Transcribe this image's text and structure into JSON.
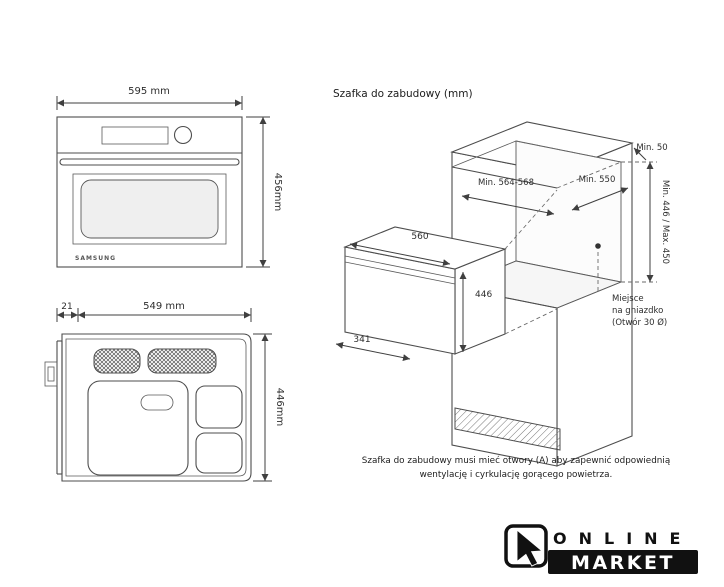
{
  "front_view": {
    "width_dim": "595 mm",
    "height_dim": "456mm",
    "brand": "SAMSUNG"
  },
  "top_view": {
    "door_dim": "21",
    "width_dim": "549 mm",
    "height_dim": "446mm"
  },
  "cabinet": {
    "title": "Szafka do zabudowy (mm)",
    "dim_min_50": "Min. 50",
    "dim_min_564_568": "Min. 564-568",
    "dim_min_550": "Min. 550",
    "dim_min_446_max_450": "Min. 446 / Max. 450",
    "oven_width": "560",
    "oven_height": "446",
    "oven_depth": "341",
    "socket_line1": "Miejsce",
    "socket_line2": "na gniazdko",
    "socket_line3": "(Otwór 30 Ø)"
  },
  "footnote": {
    "line1": "Szafka do zabudowy musi mieć otwory (A) aby zapewnić odpowiednią",
    "line2": "wentylację i cyrkulację gorącego powietrza."
  },
  "logo": {
    "online": "ONLINE",
    "market": "MARKET"
  },
  "colors": {
    "line": "#4d4d4d",
    "text": "#2e2e2e",
    "logo": "#111111"
  }
}
